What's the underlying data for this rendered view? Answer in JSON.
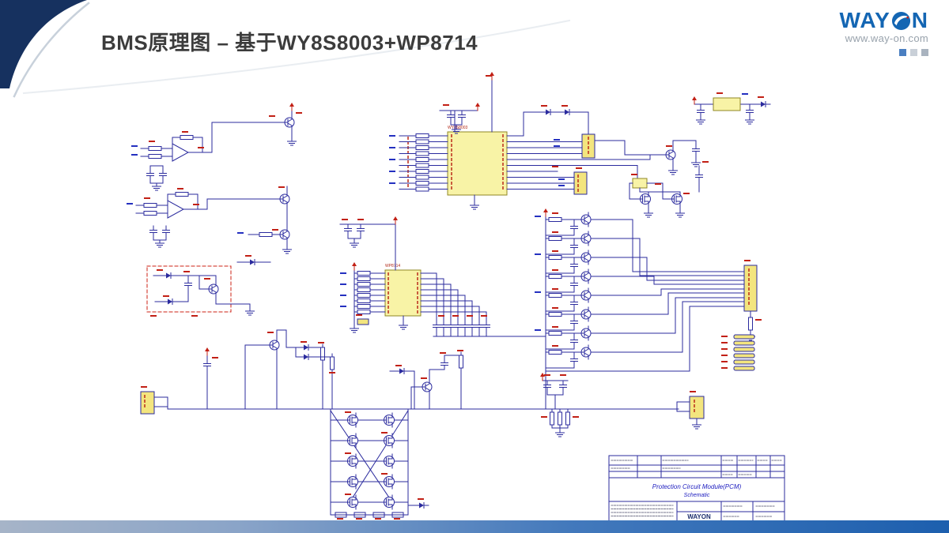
{
  "slide": {
    "title": "BMS原理图 – 基于WY8S8003+WP8714",
    "logo": {
      "way": "WAY",
      "n": "N",
      "website": "www.way-on.com"
    }
  },
  "schematic": {
    "main_ic": "WY8S8003",
    "protector_ic": "WP8714",
    "title_block": {
      "doc_title_line1": "Protection Circuit Module(PCM)",
      "doc_title_line2": "Schematic",
      "company": "WAYON"
    }
  },
  "colors": {
    "brand_blue": "#1466b3",
    "wire_navy": "#2b2b9e",
    "component_yellow": "#f8f3a6",
    "designator_red": "#c22015",
    "footer_gradient_start": "#a6b4c8",
    "footer_gradient_end": "#1d5fae"
  }
}
